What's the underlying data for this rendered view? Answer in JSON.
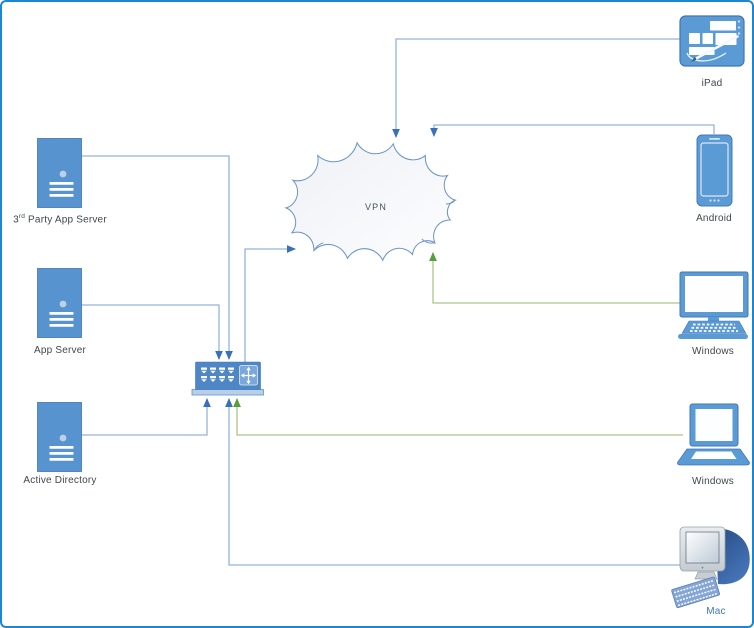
{
  "diagram": {
    "cloud": {
      "label": "VPN"
    },
    "nodes": {
      "third_party_app_server": {
        "label_base": "3",
        "label_sup": "rd",
        "label_rest": " Party App Server"
      },
      "app_server": {
        "label": "App Server"
      },
      "active_directory": {
        "label": "Active Directory"
      },
      "ipad": {
        "label": "iPad"
      },
      "android": {
        "label": "Android"
      },
      "windows_desktop": {
        "label": "Windows"
      },
      "windows_laptop": {
        "label": "Windows"
      },
      "mac": {
        "label": "Mac"
      }
    },
    "icons": {
      "third_party_app_server": "server-icon",
      "app_server": "server-icon",
      "active_directory": "server-icon",
      "switch": "switch-icon",
      "cloud": "cloud-shape",
      "ipad": "tablet-icon",
      "android": "smartphone-icon",
      "windows_desktop": "desktop-computer-icon",
      "windows_laptop": "laptop-icon",
      "mac": "imac-icon"
    },
    "colors": {
      "canvas_border": "#1b87d3",
      "shape_blue": "#5b9bd5",
      "shape_blue_dark": "#4076b5",
      "switch_blue": "#4e86c6",
      "connector_blue": "#93b5dd",
      "connector_green": "#a9c688",
      "arrowhead_blue": "#3a70b9",
      "arrowhead_green": "#569e3e",
      "cloud_stroke": "#6d95c6",
      "label_text": "#3f474e",
      "mac_label_text": "#3b78c1"
    }
  }
}
